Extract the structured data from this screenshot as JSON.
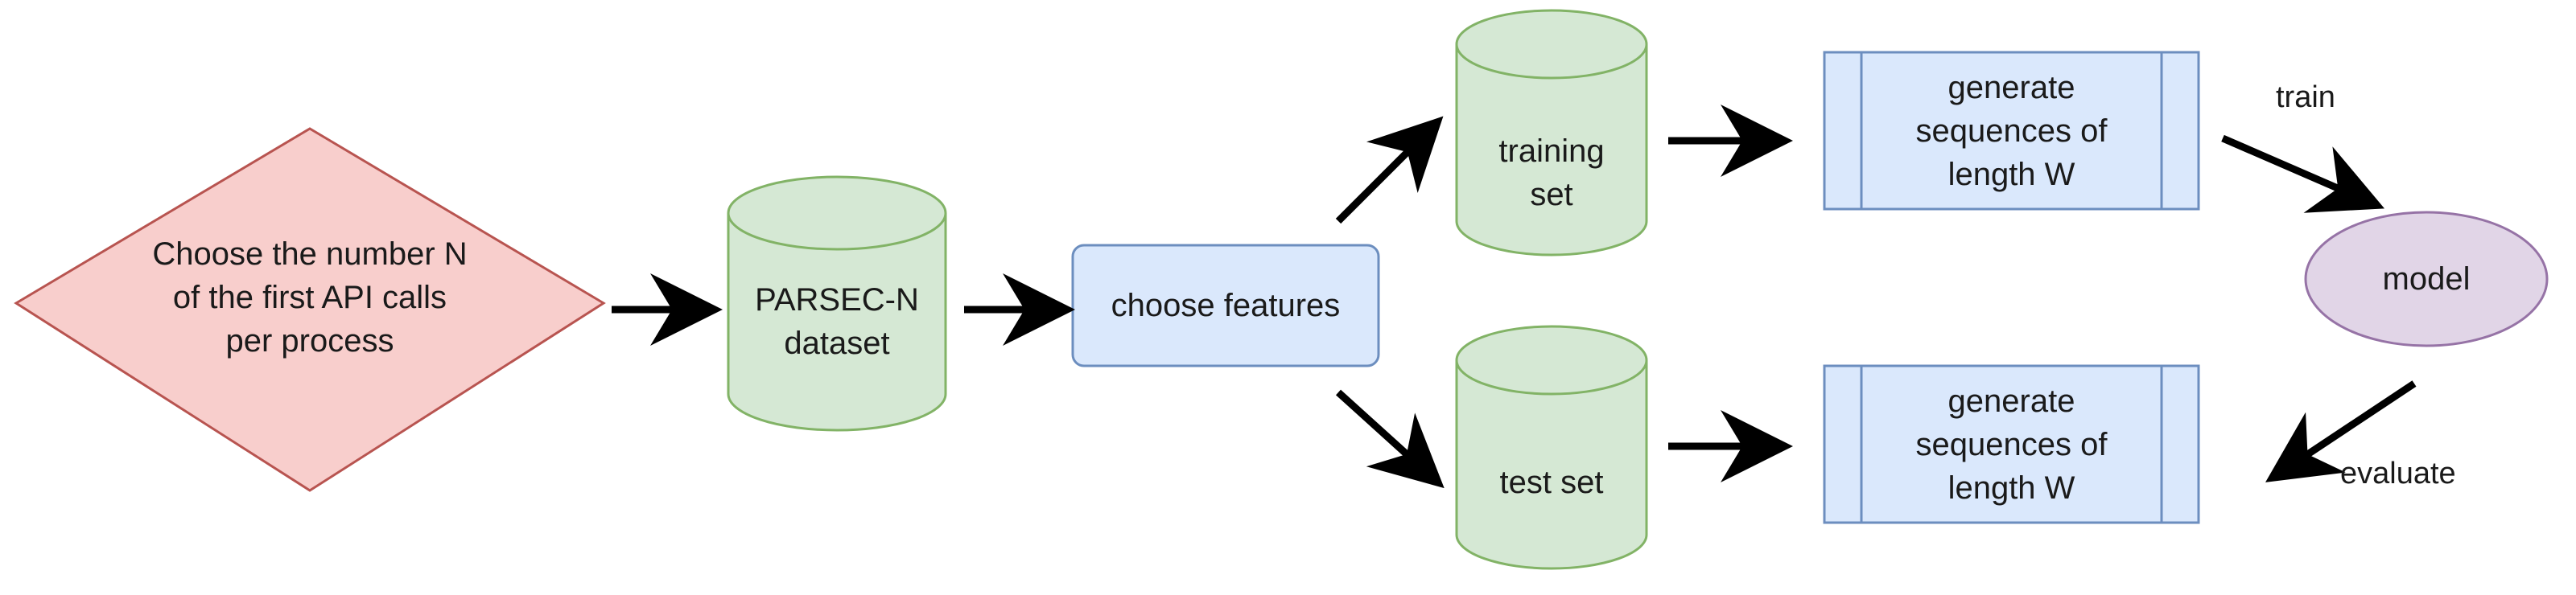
{
  "diagram": {
    "nodes": {
      "choose_n": {
        "label": "Choose the number N\nof the first API calls\nper process",
        "fill": "#f8cecc",
        "stroke": "#b85450",
        "shape": "diamond"
      },
      "parsec": {
        "label": "PARSEC-N\ndataset",
        "fill": "#d5e8d4",
        "stroke": "#82b366",
        "shape": "cylinder"
      },
      "choose_features": {
        "label": "choose features",
        "fill": "#dae8fc",
        "stroke": "#6c8ebf",
        "shape": "rounded-rectangle"
      },
      "training_set": {
        "label": "training\nset",
        "fill": "#d5e8d4",
        "stroke": "#82b366",
        "shape": "cylinder"
      },
      "test_set": {
        "label": "test set",
        "fill": "#d5e8d4",
        "stroke": "#82b366",
        "shape": "cylinder"
      },
      "gen_seq_train": {
        "label": "generate\nsequences of\nlength W",
        "fill": "#dae8fc",
        "stroke": "#6c8ebf",
        "shape": "process"
      },
      "gen_seq_test": {
        "label": "generate\nsequences of\nlength W",
        "fill": "#dae8fc",
        "stroke": "#6c8ebf",
        "shape": "process"
      },
      "model": {
        "label": "model",
        "fill": "#e1d5e7",
        "stroke": "#9673a6",
        "shape": "ellipse"
      }
    },
    "edges": {
      "train_label": "train",
      "evaluate_label": "evaluate"
    },
    "arrow_color": "#000000"
  }
}
